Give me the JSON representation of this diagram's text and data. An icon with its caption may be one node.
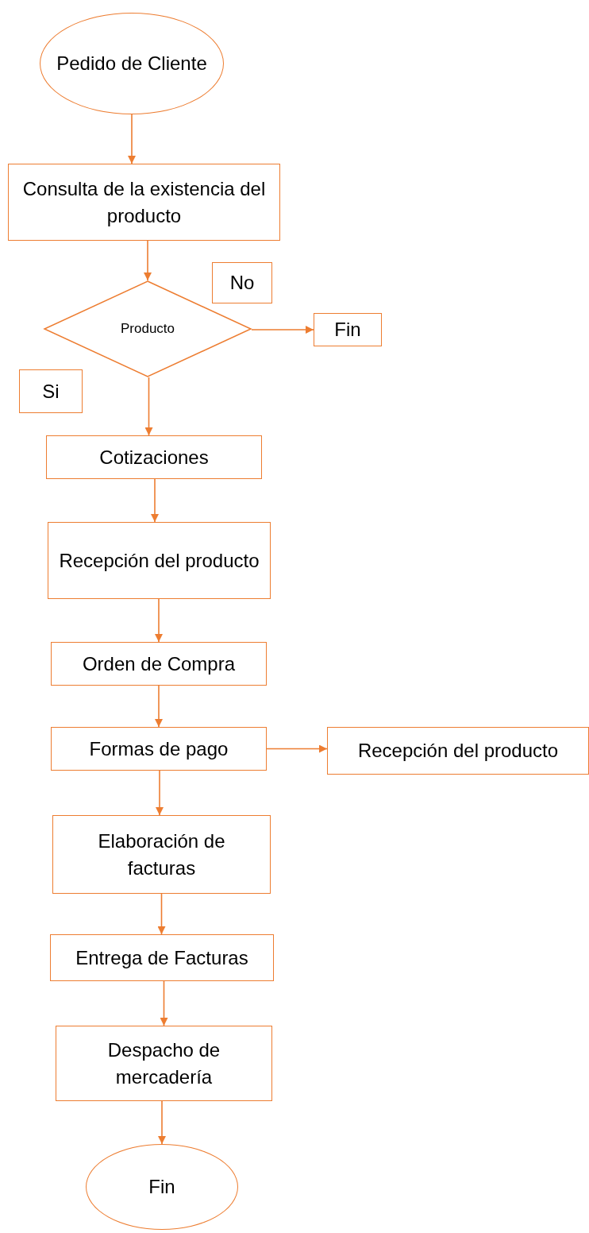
{
  "diagram": {
    "nodes": [
      {
        "text": [
          "Pedido de Cliente"
        ]
      },
      {
        "text": [
          "Consulta de la existencia del producto"
        ]
      },
      {
        "text": [
          "Producto"
        ]
      },
      {
        "text": [
          "No"
        ]
      },
      {
        "text": [
          "Fin"
        ]
      },
      {
        "text": [
          "Si"
        ]
      },
      {
        "text": [
          "Cotizaciones"
        ]
      },
      {
        "text": [
          "Recepción del producto"
        ]
      },
      {
        "text": [
          "Orden de Compra"
        ]
      },
      {
        "text": [
          "Formas de pago"
        ]
      },
      {
        "text": [
          "Recepción del producto"
        ]
      },
      {
        "text": [
          "Elaboración de facturas"
        ]
      },
      {
        "text": [
          "Entrega de Facturas"
        ]
      },
      {
        "text": [
          "Despacho de mercadería"
        ]
      },
      {
        "text": [
          "Fin"
        ]
      }
    ],
    "edges": [
      {
        "from": 0,
        "to": 1,
        "arrow": "to"
      },
      {
        "from": 1,
        "to": 2,
        "arrow": "to"
      },
      {
        "from": 2,
        "to": 4,
        "arrow": "to"
      },
      {
        "from": 2,
        "to": 6,
        "arrow": "to"
      },
      {
        "from": 6,
        "to": 7,
        "arrow": "to"
      },
      {
        "from": 7,
        "to": 8,
        "arrow": "to"
      },
      {
        "from": 8,
        "to": 9,
        "arrow": "to"
      },
      {
        "from": 9,
        "to": 10,
        "arrow": "to"
      },
      {
        "from": 9,
        "to": 11,
        "arrow": "to"
      },
      {
        "from": 11,
        "to": 12,
        "arrow": "to"
      },
      {
        "from": 12,
        "to": 13,
        "arrow": "to"
      },
      {
        "from": 13,
        "to": 14,
        "arrow": "to"
      }
    ]
  }
}
